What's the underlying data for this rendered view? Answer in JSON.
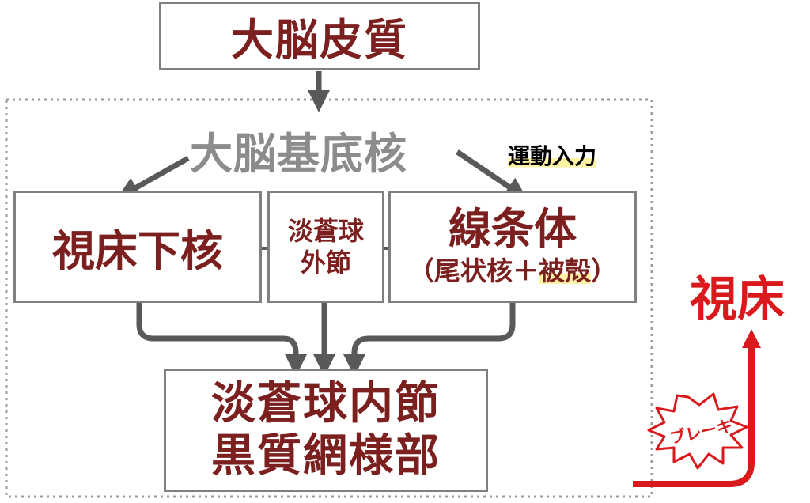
{
  "cortex": {
    "label": "大脳皮質"
  },
  "basal_ganglia": {
    "label": "大脳基底核"
  },
  "motor_input": {
    "label": "運動入力"
  },
  "subthalamic": {
    "label": "視床下核"
  },
  "gpe": {
    "line1": "淡蒼球",
    "line2": "外節"
  },
  "striatum": {
    "label": "線条体",
    "sub_open": "（尾状核＋",
    "sub_hl": "被殻",
    "sub_close": "）"
  },
  "output": {
    "line1": "淡蒼球内節",
    "line2": "黒質網様部"
  },
  "thalamus": {
    "label": "視床"
  },
  "brake": {
    "label": "ブレーキ"
  },
  "colors": {
    "box_border": "#7f7f7f",
    "text_maroon": "#7b1f1f",
    "text_gray": "#8c8c8c",
    "arrow_gray": "#595959",
    "red": "#d9191c",
    "highlight": "#fff3a6"
  }
}
